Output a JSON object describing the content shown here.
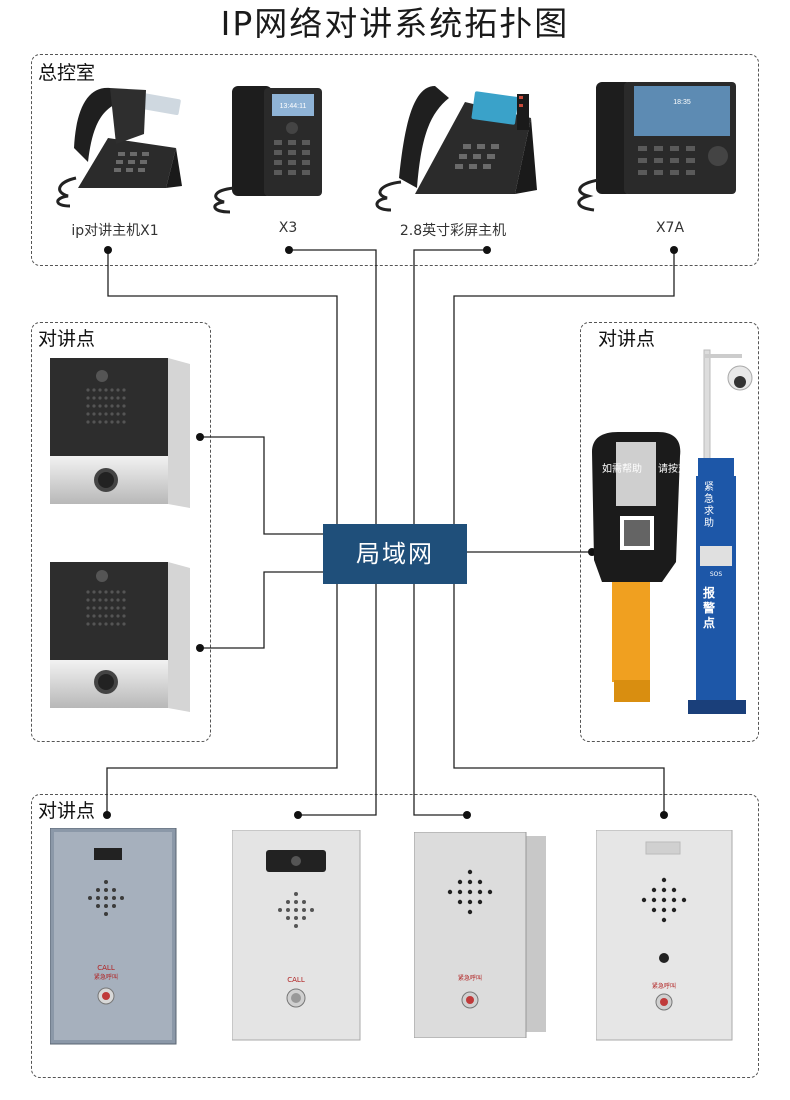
{
  "title": "IP网络对讲系统拓扑图",
  "hub": "局域网",
  "groups": {
    "control_room": "总控室",
    "left_points": "对讲点",
    "right_points": "对讲点",
    "bottom_points": "对讲点"
  },
  "phones": [
    {
      "label": "ip对讲主机X1",
      "screen": ""
    },
    {
      "label": "X3",
      "screen": "13:44:11"
    },
    {
      "label": "2.8英寸彩屏主机",
      "screen": ""
    },
    {
      "label": "X7A",
      "screen": "18:35"
    }
  ],
  "pillar": {
    "left_text": "如需帮助",
    "right_text": "请按对讲"
  },
  "column": {
    "top_text": "紧急求助",
    "bottom_text": "报警点",
    "tag": "SOS"
  },
  "panel_texts": {
    "call": "CALL",
    "emergency": "紧急呼叫"
  },
  "colors": {
    "hub": "#1f4f7a",
    "wire": "#222222",
    "pillar": "#f0a020",
    "column": "#1d57a8"
  }
}
